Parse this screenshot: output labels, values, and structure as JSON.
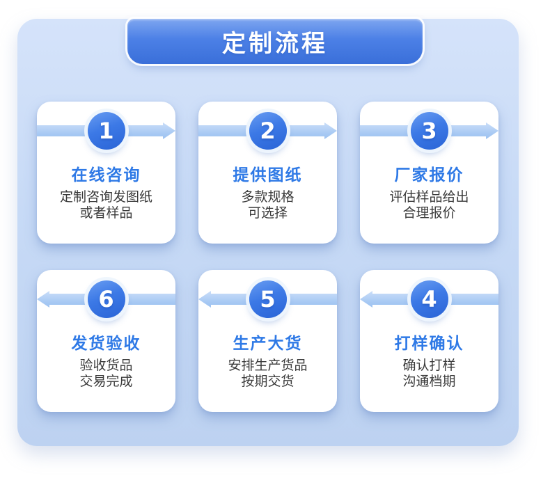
{
  "banner": {
    "title": "定制流程"
  },
  "steps": [
    {
      "num": "1",
      "title": "在线咨询",
      "desc": "定制咨询发图纸\n或者样品",
      "arrow": "right"
    },
    {
      "num": "2",
      "title": "提供图纸",
      "desc": "多款规格\n可选择",
      "arrow": "right"
    },
    {
      "num": "3",
      "title": "厂家报价",
      "desc": "评估样品给出\n合理报价",
      "arrow": "right"
    },
    {
      "num": "6",
      "title": "发货验收",
      "desc": "验收货品\n交易完成",
      "arrow": "left"
    },
    {
      "num": "5",
      "title": "生产大货",
      "desc": "安排生产货品\n按期交货",
      "arrow": "left"
    },
    {
      "num": "4",
      "title": "打样确认",
      "desc": "确认打样\n沟通档期",
      "arrow": "left"
    }
  ],
  "colors": {
    "page_background": "#ffffff",
    "panel_background": "#c7daf6",
    "banner_blue_top": "#7ea6f0",
    "banner_blue_bottom": "#3a6fd9",
    "arrow_band": "#a6c8f3",
    "circle_blue": "#2f6cd9",
    "title_blue": "#2e79e6",
    "description_text": "#3a3a3a"
  }
}
